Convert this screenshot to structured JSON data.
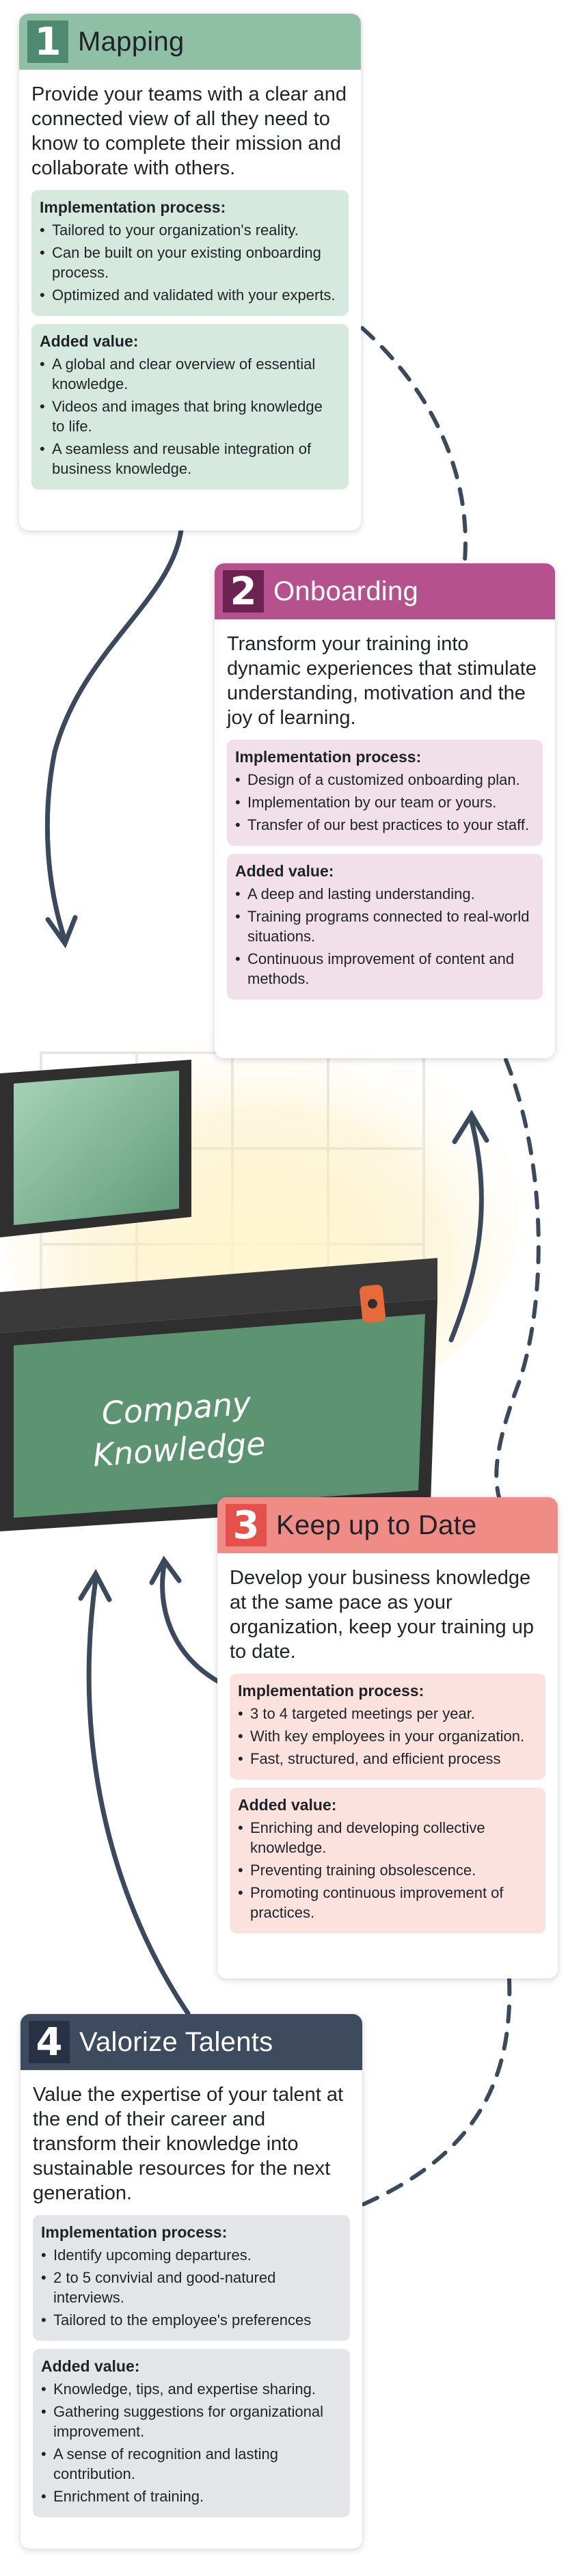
{
  "chest": {
    "label_line1": "Company",
    "label_line2": "Knowledge",
    "colors": {
      "lid": "#6aa383",
      "body": "#5c9472",
      "frame": "#2f2f2f",
      "lock": "#e86a3a",
      "glow": "#fff3c4"
    }
  },
  "cards": [
    {
      "number": "1",
      "title": "Mapping",
      "intro": "Provide your teams with a clear and connected view of all they need to know to complete their mission and collaborate with others.",
      "implementation_title": "Implementation process:",
      "implementation": [
        "Tailored to your organization's reality.",
        "Can be built on your existing onboarding process.",
        "Optimized and validated with your experts."
      ],
      "value_title": "Added value:",
      "value": [
        "A global and clear overview of essential knowledge.",
        "Videos and images that bring knowledge to life.",
        "A seamless and reusable integration of business knowledge."
      ],
      "colors": {
        "header": "#8fc0a6",
        "badge": "#4f8a70",
        "box": "#d6e9df"
      }
    },
    {
      "number": "2",
      "title": "Onboarding",
      "intro": "Transform your training into dynamic experiences that stimulate understanding, motivation and the joy of learning.",
      "implementation_title": "Implementation process:",
      "implementation": [
        "Design of a customized onboarding plan.",
        "Implementation by our team or yours.",
        "Transfer of our best practices to your staff."
      ],
      "value_title": "Added value:",
      "value": [
        "A deep and lasting understanding.",
        "Training programs connected to real-world situations.",
        "Continuous improvement of content and methods."
      ],
      "colors": {
        "header": "#b5528e",
        "badge": "#6c2350",
        "box": "#f1dfe9"
      }
    },
    {
      "number": "3",
      "title": "Keep up to Date",
      "intro": "Develop your business knowledge at the same pace as your organization, keep your training up to date.",
      "implementation_title": "Implementation process:",
      "implementation": [
        "3 to 4 targeted meetings per year.",
        "With key employees in your organization.",
        "Fast, structured, and efficient process"
      ],
      "value_title": "Added value:",
      "value": [
        "Enriching and developing collective knowledge.",
        "Preventing training obsolescence.",
        "Promoting continuous improvement of practices."
      ],
      "colors": {
        "header": "#f08c86",
        "badge": "#e5514a",
        "box": "#fbe2df"
      }
    },
    {
      "number": "4",
      "title": "Valorize Talents",
      "intro": "Value the expertise of your talent at the end of their career and transform their knowledge into sustainable resources for the next generation.",
      "implementation_title": "Implementation process:",
      "implementation": [
        "Identify upcoming departures.",
        "2 to 5 convivial and good-natured interviews.",
        "Tailored to the employee's preferences"
      ],
      "value_title": "Added value:",
      "value": [
        "Knowledge, tips, and expertise sharing.",
        "Gathering suggestions for organizational improvement.",
        "A sense of recognition and lasting contribution.",
        "Enrichment of training."
      ],
      "colors": {
        "header": "#3e4a5e",
        "badge": "#273244",
        "box": "#e3e5e8"
      }
    }
  ]
}
